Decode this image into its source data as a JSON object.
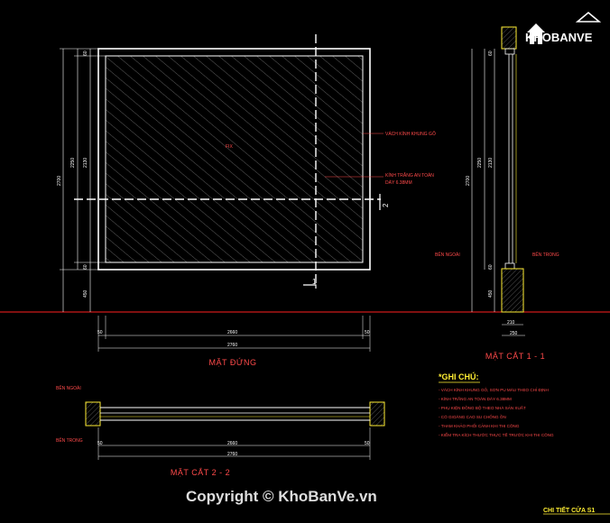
{
  "colors": {
    "background": "#000000",
    "frame": "#ffffff",
    "dim": "#ffffff",
    "red": "#ff3b3b",
    "yellow": "#ffee33",
    "logo": "#ffffff"
  },
  "logo": {
    "brand": "KHOBANVE",
    "house_icon": "house-icon"
  },
  "elevation": {
    "title": "MẶT ĐỨNG",
    "center_label": "FIX",
    "callout_1": "VÁCH KÍNH KHUNG GỖ",
    "callout_2a": "KÍNH TRẮNG AN TOÀN",
    "callout_2b": "DÀY 6.38MM",
    "section_marker_v": "1",
    "section_marker_h": "2",
    "left_dims": {
      "overall": "2700",
      "inner_a": "2250",
      "inner_b": "2130",
      "top": "60",
      "bottom": "60",
      "base": "450"
    },
    "bottom_dims": {
      "left": "50",
      "middle": "2660",
      "right": "50",
      "overall": "2760"
    }
  },
  "section_1": {
    "title": "MẶT CẮT 1 - 1",
    "outside_label": "BÊN NGOÀI",
    "inside_label": "BÊN TRONG",
    "left_dims": {
      "overall": "2700",
      "inner_a": "2250",
      "inner_b": "2130",
      "top": "60",
      "bottom": "60",
      "base": "450"
    },
    "bottom_dims": {
      "a": "210",
      "b": "250"
    }
  },
  "section_2": {
    "title": "MẶT CẮT 2 - 2",
    "outside_label": "BÊN NGOÀI",
    "inside_label": "BÊN TRONG",
    "bottom_dims": {
      "left": "50",
      "middle": "2660",
      "right": "50",
      "overall": "2760"
    }
  },
  "notes": {
    "heading": "*GHI CHÚ:",
    "items": [
      "- VÁCH KÍNH KHUNG GỖ, SƠN PU MÀU THEO CHỈ ĐỊNH",
      "- KÍNH TRẮNG AN TOÀN DÀY 6.38MM",
      "- PHỤ KIỆN ĐỒNG BỘ THEO NHÀ SẢN XUẤT",
      "- CÓ GIOĂNG CAO SU CHỐNG ỒN",
      "- THAM KHẢO PHỐI CẢNH KHI THI CÔNG",
      "- KIỂM TRA KÍCH THƯỚC THỰC TẾ TRƯỚC KHI THI CÔNG"
    ]
  },
  "footer": {
    "copyright": "Copyright © KhoBanVe.vn",
    "sheet_title": "CHI TIẾT CỬA S1"
  }
}
